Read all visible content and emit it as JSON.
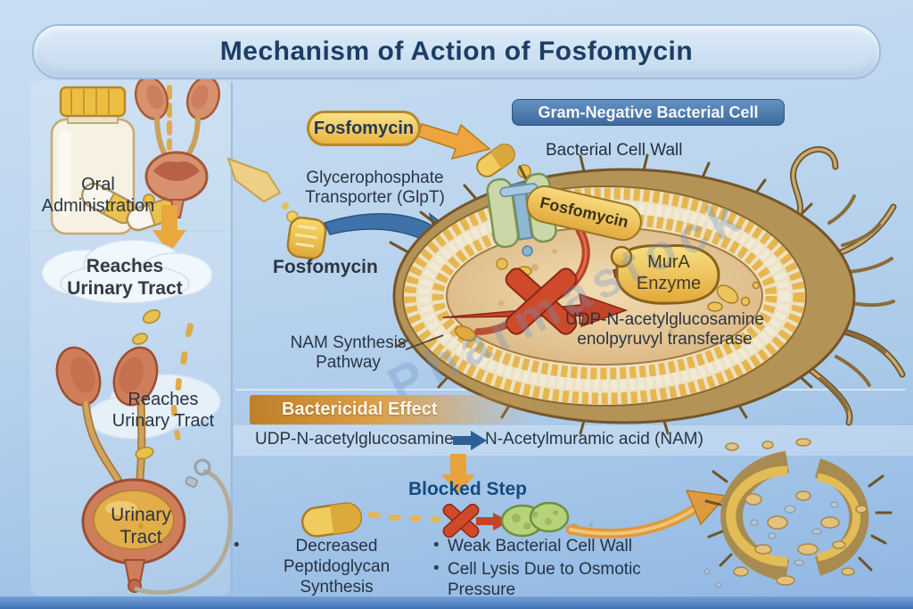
{
  "title": "Mechanism of Action of Fosfomycin",
  "watermark": "Pharmastock",
  "left_panel": {
    "oral_administration": "Oral Administration",
    "reaches_urinary_tract_top": "Reaches Urinary Tract",
    "reaches_urinary_tract_mid": "Reaches Urinary Tract",
    "urinary_tract": "Urinary Tract"
  },
  "pathway": {
    "fosfomycin_badge": "Fosfomycin",
    "glpt_transporter": "Glycerophosphate Transporter (GlpT)",
    "fosfomycin_drug_label": "Fosfomycin",
    "gram_negative_header": "Gram-Negative Bacterial Cell",
    "bacterial_cell_wall": "Bacterial Cell Wall",
    "fosfomycin_in_cell": "Fosfomycin",
    "mura_line1": "MurA",
    "mura_line2": "Enzyme",
    "udp_transferase": "UDP-N-acetylglucosamine enolpyruvyl transferase",
    "nam_synthesis_pathway": "NAM Synthesis Pathway"
  },
  "bactericidal": {
    "header": "Bactericidal Effect",
    "reaction_substrate": "UDP-N-acetylglucosamine",
    "reaction_product": "N-Acetylmuramic acid (NAM)",
    "blocked_step": "Blocked Step",
    "bullets_left": [
      "Decreased Peptidoglycan Synthesis"
    ],
    "bullets_right": [
      "Weak Bacterial Cell Wall",
      "Cell Lysis Due to Osmotic Pressure"
    ]
  },
  "colors": {
    "accent_gold": "#e8b33c",
    "accent_red": "#c2452a",
    "accent_blue": "#3f72a8",
    "header_blue": "#4a78ad",
    "text_dark": "#253243"
  }
}
